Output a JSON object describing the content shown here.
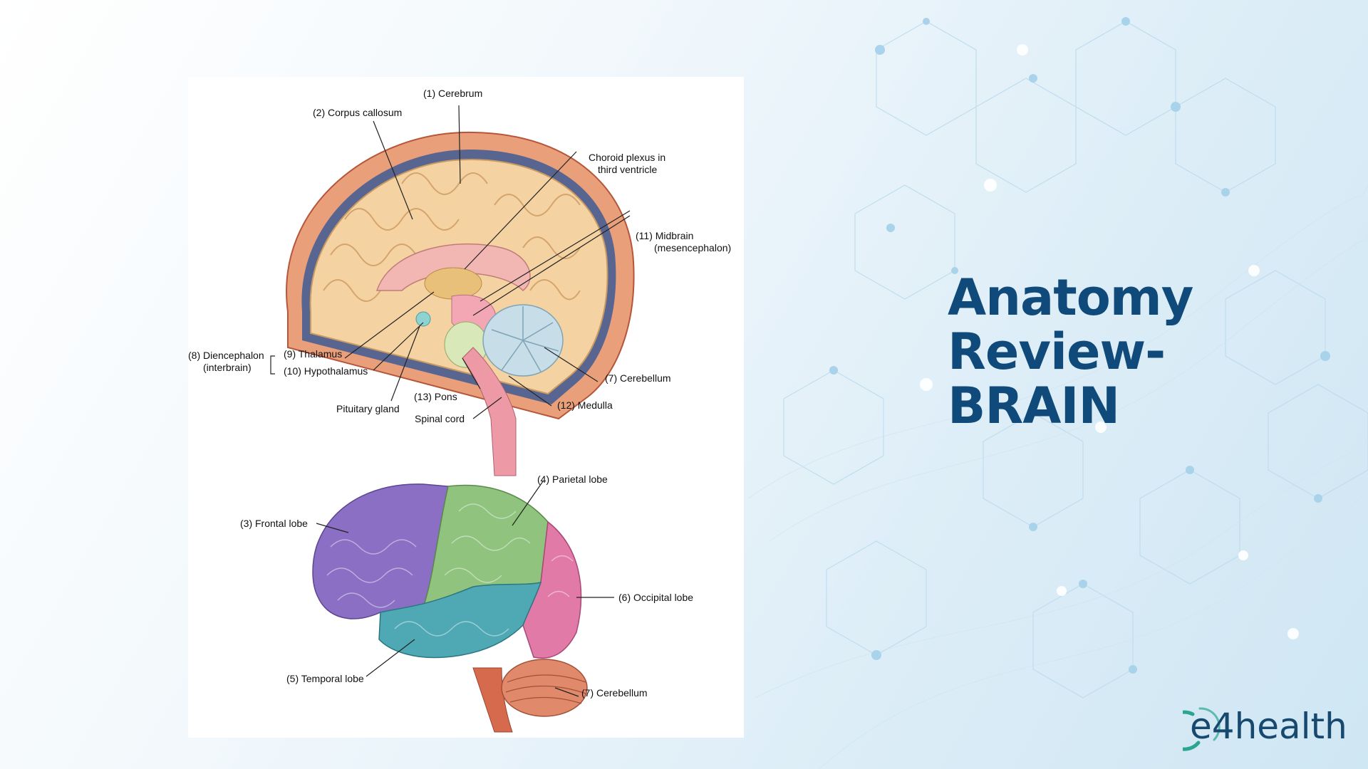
{
  "slide": {
    "title_lines": [
      "Anatomy",
      "Review-",
      "BRAIN"
    ]
  },
  "brand": {
    "logo_text": "e4health",
    "logo_color": "#17496f",
    "accent_color": "#2aa58f"
  },
  "colors": {
    "title": "#0f4a7a",
    "frontal_lobe": "#8a6fc4",
    "parietal_lobe": "#8fc37e",
    "temporal_lobe": "#4ea9b4",
    "occipital_lobe": "#e27aa8",
    "cerebellum": "#d9775a"
  },
  "figure": {
    "sagittal_labels": {
      "cerebrum": "(1) Cerebrum",
      "corpus_callosum": "(2) Corpus callosum",
      "choroid_1": "Choroid plexus in",
      "choroid_2": "third ventricle",
      "midbrain_1": "(11) Midbrain",
      "midbrain_2": "(mesencephalon)",
      "diencephalon_1": "(8) Diencephalon",
      "diencephalon_2": "(interbrain)",
      "thalamus": "(9) Thalamus",
      "hypothalamus": "(10) Hypothalamus",
      "cerebellum": "(7) Cerebellum",
      "pons": "(13) Pons",
      "medulla": "(12) Medulla",
      "pituitary": "Pituitary gland",
      "spinal_cord": "Spinal cord"
    },
    "lateral_labels": {
      "parietal": "(4) Parietal lobe",
      "frontal": "(3) Frontal lobe",
      "occipital": "(6) Occipital lobe",
      "temporal": "(5) Temporal lobe",
      "cerebellum": "(7) Cerebellum"
    }
  }
}
